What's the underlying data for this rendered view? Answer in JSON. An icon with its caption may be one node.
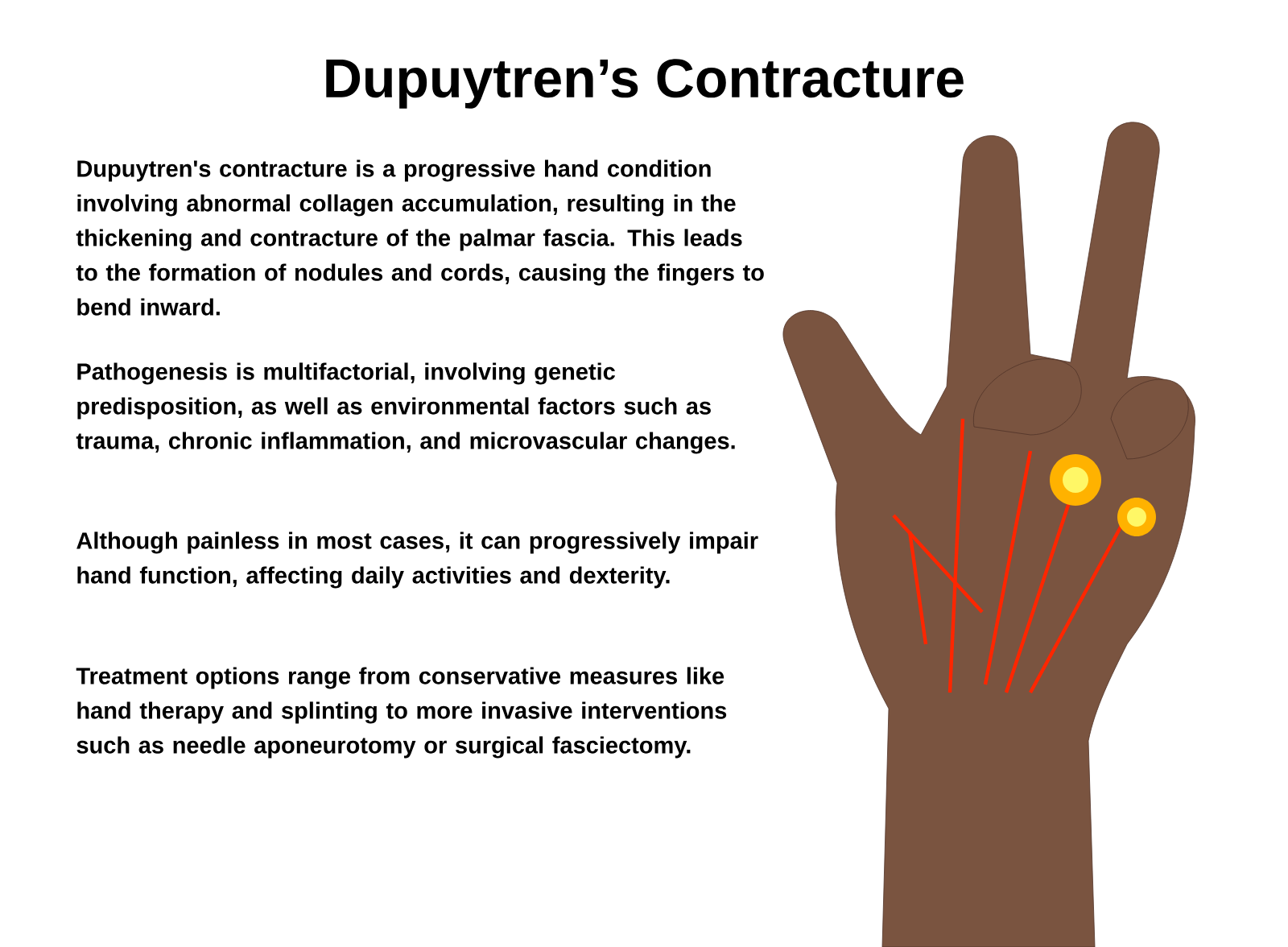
{
  "diagram": {
    "title": "Dupuytren’s Contracture",
    "labels": [
      "Dupuytren's contracture is a progressive hand condition involving abnormal collagen accumulation, resulting in the thickening and contracture of the palmar fascia. This leads to the formation of nodules and cords, causing the fingers to bend inward.",
      "Pathogenesis is multifactorial, involving genetic predisposition, as well as environmental factors such as trauma, chronic inflammation, and microvascular changes.",
      "Although painless in most cases, it can progressively impair hand function, affecting daily activities and dexterity.",
      "Treatment options range from conservative measures like hand therapy and splinting to more invasive interventions such as needle aponeurotomy or surgical fasciectomy."
    ]
  }
}
